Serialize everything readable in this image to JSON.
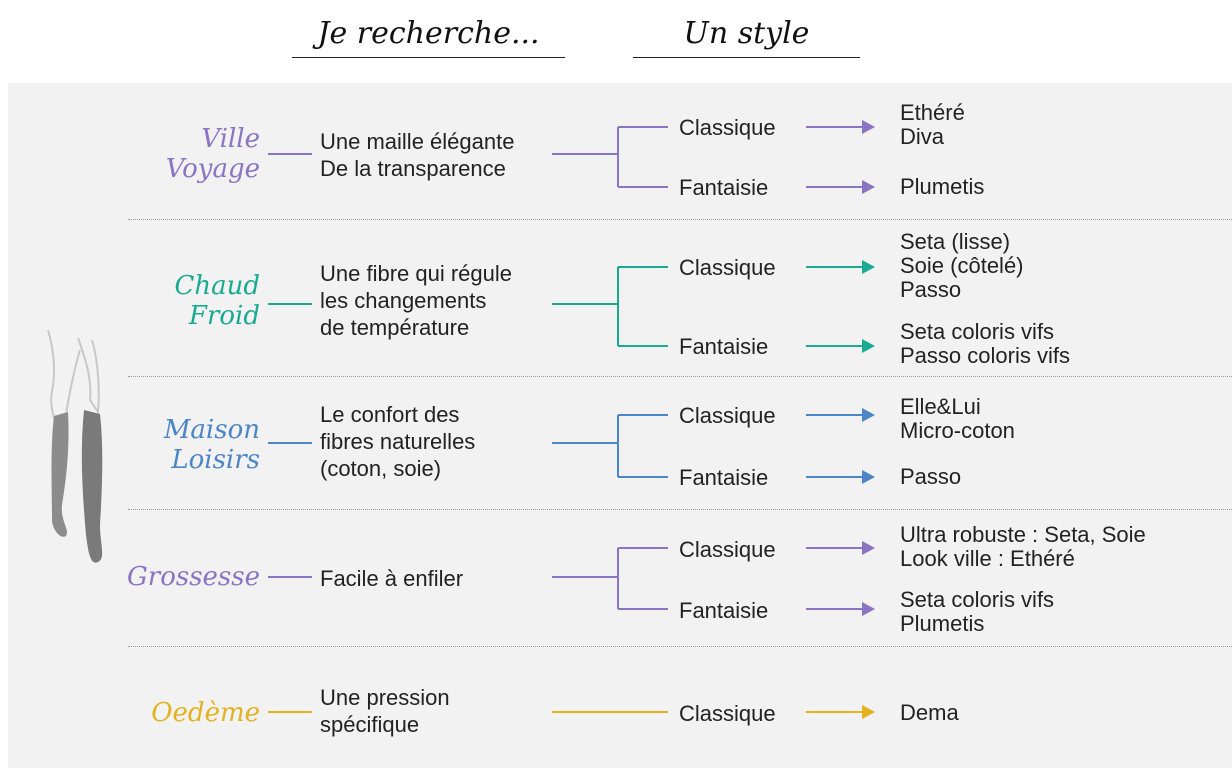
{
  "header": {
    "left_title": "Je recherche...",
    "right_title": "Un style"
  },
  "colors": {
    "purple": "#8b74c2",
    "teal": "#1aaa92",
    "blue": "#4d86c6",
    "gold": "#e3b21e"
  },
  "illustration": {
    "icon": "legs-stockings-icon"
  },
  "rows": [
    {
      "category": "Ville\nVoyage",
      "color": "#8b74c2",
      "need": "Une maille élégante\nDe la transparence",
      "styles": [
        {
          "label": "Classique",
          "products": "Ethéré\nDiva"
        },
        {
          "label": "Fantaisie",
          "products": "Plumetis"
        }
      ]
    },
    {
      "category": "Chaud\nFroid",
      "color": "#1aaa92",
      "need": "Une fibre qui régule\nles changements\nde température",
      "styles": [
        {
          "label": "Classique",
          "products": "Seta (lisse)\nSoie (côtelé)\nPasso"
        },
        {
          "label": "Fantaisie",
          "products": "Seta coloris vifs\nPasso coloris vifs"
        }
      ]
    },
    {
      "category": "Maison\nLoisirs",
      "color": "#4d86c6",
      "need": "Le confort des\nfibres naturelles\n(coton, soie)",
      "styles": [
        {
          "label": "Classique",
          "products": "Elle&Lui\nMicro-coton"
        },
        {
          "label": "Fantaisie",
          "products": "Passo"
        }
      ]
    },
    {
      "category": "Grossesse",
      "color": "#8b74c2",
      "need": "Facile à enfiler",
      "styles": [
        {
          "label": "Classique",
          "products": "Ultra robuste : Seta, Soie\nLook ville : Ethéré"
        },
        {
          "label": "Fantaisie",
          "products": "Seta coloris vifs\nPlumetis"
        }
      ]
    },
    {
      "category": "Oedème",
      "color": "#e3b21e",
      "need": "Une pression\nspécifique",
      "styles": [
        {
          "label": "Classique",
          "products": "Dema"
        }
      ]
    }
  ]
}
